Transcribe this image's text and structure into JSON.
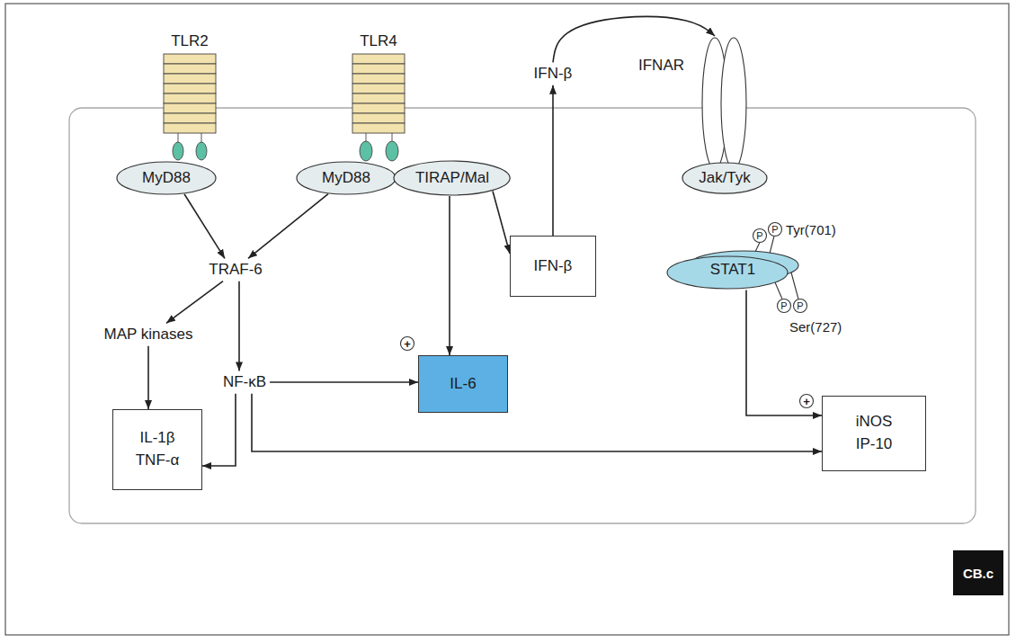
{
  "diagram": {
    "nodes": [
      {
        "text": [
          "IFN-β"
        ]
      },
      {
        "text": [
          "IFNAR"
        ]
      },
      {
        "text": [
          "MyD88"
        ]
      },
      {
        "text": [
          "MyD88"
        ]
      },
      {
        "text": [
          "TIRAP/Mal"
        ]
      },
      {
        "text": [
          "Jak/Tyk"
        ]
      },
      {
        "text": [
          "IFN-β"
        ]
      },
      {
        "text": [
          "TRAF-6"
        ]
      },
      {
        "text": [
          "STAT1"
        ]
      },
      {
        "text": [
          "MAP kinases"
        ]
      },
      {
        "text": [
          "NF-κB"
        ]
      },
      {
        "text": [
          "IL-6"
        ]
      },
      {
        "text": [
          "IL-1β",
          "TNF-α"
        ]
      },
      {
        "text": [
          "iNOS",
          "IP-10"
        ]
      }
    ],
    "edges": [
      {
        "from": 2,
        "to": 7,
        "arrow": "to"
      },
      {
        "from": 3,
        "to": 7,
        "arrow": "to"
      },
      {
        "from": 4,
        "to": 11,
        "arrow": "to"
      },
      {
        "from": 4,
        "to": 6,
        "arrow": "to"
      },
      {
        "from": 6,
        "to": 0,
        "arrow": "to"
      },
      {
        "from": 0,
        "to": 1,
        "arrow": "to"
      },
      {
        "from": 7,
        "to": 9,
        "arrow": "to"
      },
      {
        "from": 7,
        "to": 10,
        "arrow": "to"
      },
      {
        "from": 9,
        "to": 12,
        "arrow": "to"
      },
      {
        "from": 10,
        "to": 11,
        "arrow": "to"
      },
      {
        "from": 10,
        "to": 12,
        "arrow": "to"
      },
      {
        "from": 10,
        "to": 13,
        "arrow": "to"
      },
      {
        "from": 8,
        "to": 13,
        "arrow": "to"
      }
    ],
    "labels": [
      "TLR2",
      "TLR4",
      "P",
      "P",
      "Tyr(701)",
      "P",
      "P",
      "Ser(727)",
      "+",
      "+",
      "CB.c"
    ]
  }
}
